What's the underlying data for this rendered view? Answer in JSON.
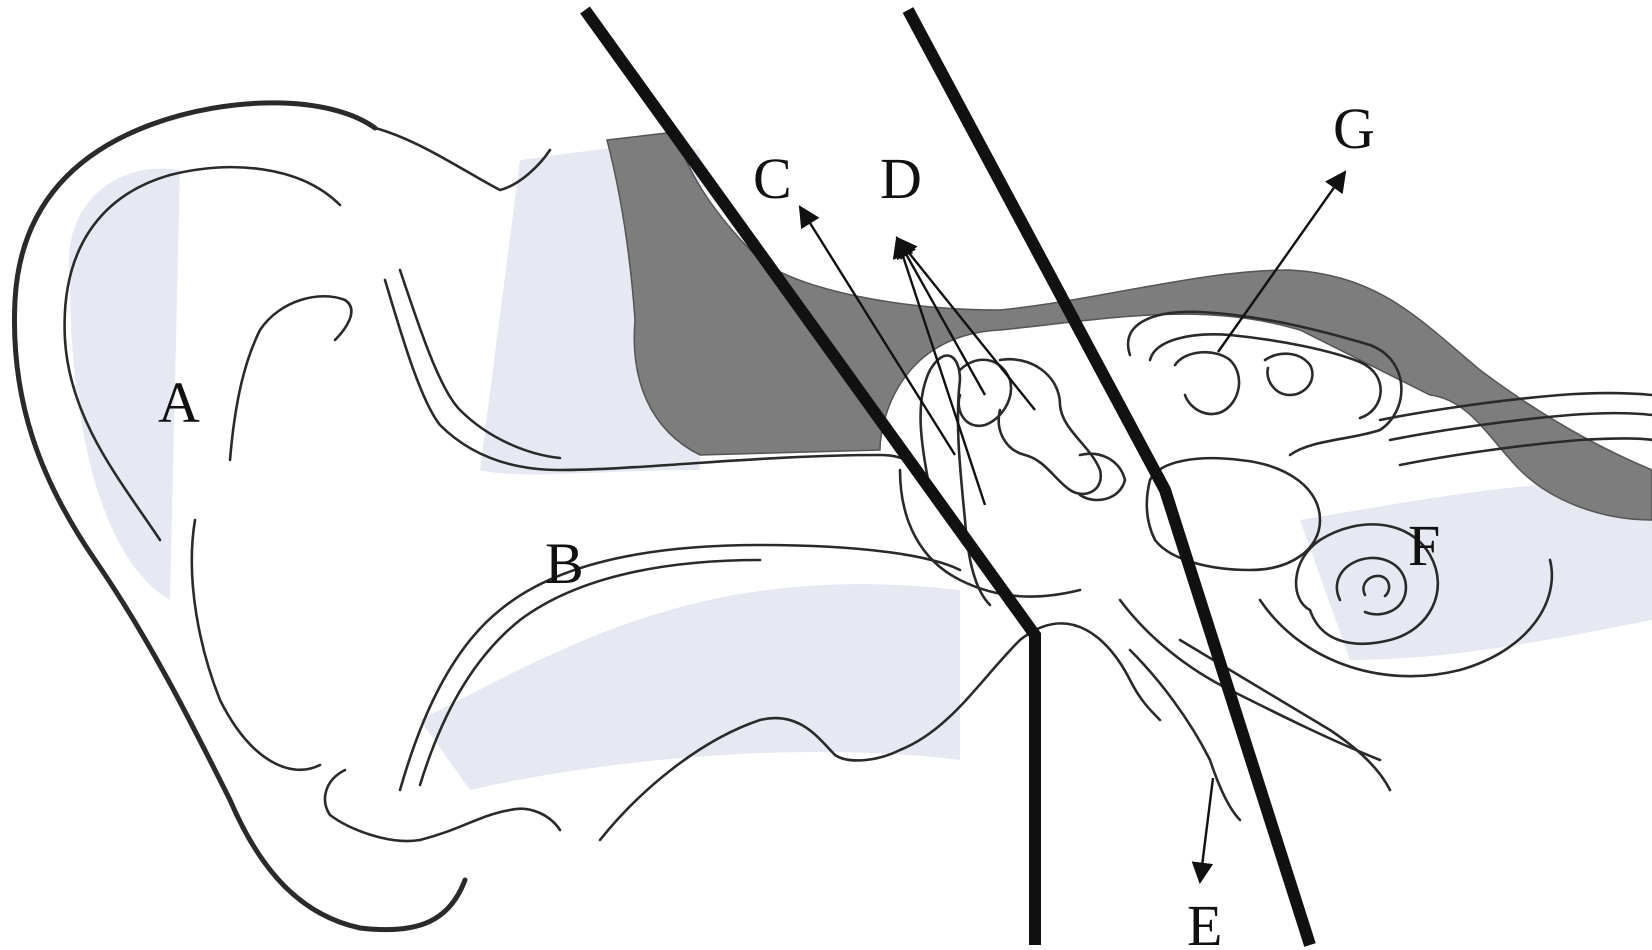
{
  "labels": {
    "A": "A",
    "B": "B",
    "C": "C",
    "D": "D",
    "E": "E",
    "F": "F",
    "G": "G"
  },
  "colors": {
    "ink": "#111111",
    "bone_shading": "#7d7d7d",
    "soft_shading": "#e6e9f2",
    "paper": "#ffffff"
  }
}
